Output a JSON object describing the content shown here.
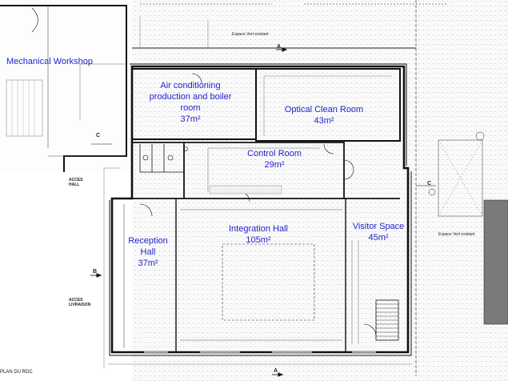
{
  "drawing": {
    "caption": "PLAN DU RDC",
    "marks": {
      "a": "A",
      "b": "B",
      "c": "C"
    },
    "notes": {
      "espace_vert_top": "Espace Vert existant",
      "espace_vert_right": "Espace Vert existant",
      "acces_hall": "ACCES HALL",
      "acces_livraison": "ACCES LIVRAISON"
    },
    "line_color": "#111111",
    "label_color": "#1f1fd0"
  },
  "rooms": {
    "mechanical": {
      "name": "Mechanical Workshop"
    },
    "aircon": {
      "name": "Air conditioning production and boiler room",
      "area": "37m²"
    },
    "optical": {
      "name": "Optical Clean Room",
      "area": "43m²"
    },
    "control": {
      "name": "Control Room",
      "area": "29m²"
    },
    "integration": {
      "name": "Integration Hall",
      "area": "105m²"
    },
    "visitor": {
      "name": "Visitor Space",
      "area": "45m²"
    },
    "reception": {
      "name": "Reception Hall",
      "area": "37m²"
    }
  }
}
